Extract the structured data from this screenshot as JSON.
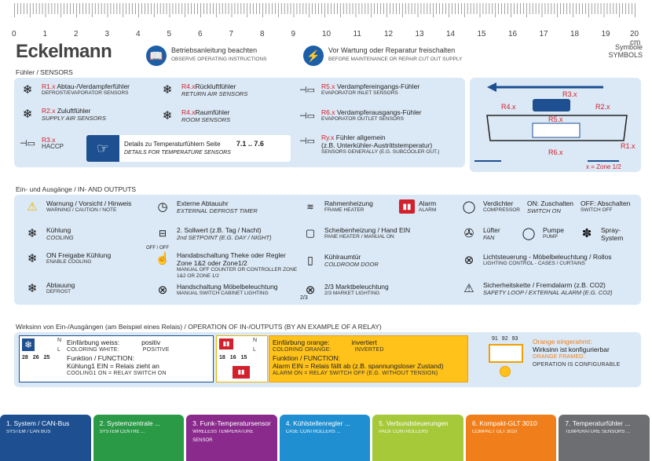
{
  "ruler": {
    "numbers": [
      "0",
      "1",
      "2",
      "3",
      "4",
      "5",
      "6",
      "7",
      "8",
      "9",
      "10",
      "11",
      "12",
      "13",
      "14",
      "15",
      "16",
      "17",
      "18",
      "19",
      "20 cm"
    ]
  },
  "brand": "Eckelmann",
  "header": {
    "notice1": {
      "de": "Betriebsanleitung beachten",
      "en": "OBSERVE OPERATING INSTRUCTIONS"
    },
    "notice2": {
      "de": "Vor Wartung oder Reparatur freischalten",
      "en": "BEFORE MAINTENANCE OR REPAIR CUT OUT SUPPLY"
    },
    "symbols_de": "Symbole",
    "symbols_en": "SYMBOLS"
  },
  "sensors": {
    "title": "Fühler / SENSORS",
    "items": [
      {
        "code": "R1.x",
        "de": "Abtau-/Verdampferfühler",
        "en": "DEFROST/EVAPORATOR SENSORS"
      },
      {
        "code": "R2.x",
        "de": "Zuluftfühler",
        "en": "SUPPLY AIR SENSORS"
      },
      {
        "code": "R3.x",
        "de": "HACCP",
        "en": ""
      },
      {
        "code": "R4.x",
        "de": "Rückluftfühler",
        "en": "RETURN AIR SENSORS"
      },
      {
        "code": "R4.x",
        "de": "Raumfühler",
        "en": "ROOM SENSORS"
      },
      {
        "code": "R5.x",
        "de": "Verdampfereingangs-Fühler",
        "en": "EVAPORATOR INLET SENSORS"
      },
      {
        "code": "R6.x",
        "de": "Verdampferausgangs-Fühler",
        "en": "EVAPORATOR OUTLET SENSORS"
      },
      {
        "code": "Ry.x",
        "de": "Fühler allgemein",
        "de2": "(z.B. Unterkühler-Austrittstemperatur)",
        "en": "SENSORS GENERALLY (E.G. SUBCOOLER OUT.)"
      }
    ],
    "details": {
      "de": "Details zu Temperaturfühlern Seite",
      "pages": "7.1 .. 7.6",
      "en": "DETAILS FOR TEMPERATURE SENSORS"
    },
    "diagram": {
      "labels": [
        "R3.x",
        "R4.x",
        "R2.x",
        "R5.x",
        "R1.x",
        "R6.x"
      ],
      "zone": "x = Zone 1/2"
    }
  },
  "io": {
    "title": "Ein- und Ausgänge / IN- AND OUTPUTS",
    "col1": [
      {
        "de": "Warnung / Vorsicht / Hinweis",
        "en": "WARNING / CAUTION / NOTE"
      },
      {
        "de": "Kühlung",
        "en": "COOLING"
      },
      {
        "de": "Freigabe Kühlung",
        "en": "ENABLE COOLING",
        "pre": "ON"
      },
      {
        "de": "Abtauung",
        "en": "DEFROST"
      }
    ],
    "col2": [
      {
        "de": "Externe Abtauuhr",
        "en": "EXTERNAL DEFROST TIMER"
      },
      {
        "de": "2. Sollwert (z.B. Tag / Nacht)",
        "en": "2nd SETPOINT (E.G. DAY / NIGHT)"
      },
      {
        "de": "Handabschaltung Theke oder Regler Zone 1&2 oder Zone1/2",
        "en": "MANUAL OFF COUNTER OR CONTROLLER ZONE 1&2 OR ZONE 1/2",
        "pre": "OFF / OFF"
      },
      {
        "de": "Handschaltung Möbelbeleuchtung",
        "en": "MANUAL SWITCH CABINET LIGHTING"
      }
    ],
    "col3": [
      {
        "de": "Rahmenheizung",
        "en": "FRAME HEATER"
      },
      {
        "de": "Scheibenheizung / Hand EIN",
        "en": "PANE HEATER / MANUAL ON"
      },
      {
        "de": "Kühlraumtür",
        "en": "COLDROOM DOOR"
      },
      {
        "de": "2/3 Marktbeleuchtung",
        "en": "2/3 MARKET LIGHTING",
        "pre": "2/3"
      }
    ],
    "alarm": {
      "de": "Alarm",
      "en": "ALARM"
    },
    "col4": [
      {
        "de": "Verdichter",
        "en": "COMPRESSOR",
        "on_de": "ON: Zuschalten",
        "on_en": "SWITCH ON",
        "off_de": "OFF: Abschalten",
        "off_en": "SWITCH OFF"
      },
      {
        "de": "Lüfter",
        "en": "FAN"
      },
      {
        "de": "Pumpe",
        "en": "PUMP"
      },
      {
        "de": "Spray-System",
        "en": ""
      },
      {
        "de": "Lichtsteuerung - Möbelbeleuchtung / Rollos",
        "en": "LIGHTING CONTROL - CASES / CURTAINS"
      },
      {
        "de": "Sicherheitskette / Fremdalarm (z.B. CO2)",
        "en": "SAFETY LOOP / EXTERNAL ALARM (E.G. CO2)"
      }
    ]
  },
  "relay": {
    "title": "Wirksinn von Ein-/Ausgängen (am Beispiel eines Relais) / OPERATION OF IN-/OUTPUTS (BY AN EXAMPLE OF A RELAY)",
    "white": {
      "l1a": "Einfärbung weiss:",
      "l1b": "positiv",
      "l2a": "COLORING WHITE:",
      "l2b": "POSITIVE",
      "l3": "Funktion / FUNCTION:",
      "l4": "Kühlung1 EIN = Relais zieht an",
      "l5": "COOLING1 ON = RELAY SWITCH ON",
      "pins": [
        "28",
        "26",
        "25"
      ],
      "n": "N",
      "l": "L"
    },
    "orange": {
      "l1a": "Einfärbung orange:",
      "l1b": "invertiert",
      "l2a": "COLORING ORANGE:",
      "l2b": "INVERTED",
      "l3": "Funktion / FUNCTION:",
      "l4": "Alarm EIN = Relais fällt ab (z.B. spannungsloser Zustand)",
      "l5": "ALARM ON = RELAY SWITCH OFF  (E.G. WITHOUT TENSION)",
      "pins": [
        "18",
        "16",
        "15"
      ],
      "n": "N",
      "l": "L"
    },
    "framed": {
      "pins": [
        "91",
        "92",
        "93"
      ],
      "l1": "Orange eingerahmt:",
      "l2": "Wirksinn ist konfigurierbar",
      "l3": "ORANGE FRAMED:",
      "l4": "OPERATION IS CONFIGURABLE"
    }
  },
  "tabs": [
    {
      "de": "1. System / CAN-Bus",
      "en": "SYSTEM / CAN BUS",
      "color": "#1d4f91"
    },
    {
      "de": "2. Systemzentrale ...",
      "en": "SYSTEM CENTRE ...",
      "color": "#2a9a47"
    },
    {
      "de": "3. Funk-Temperatursensor",
      "en": "WIRELESS TEMPERATURE SENSOR",
      "color": "#8a2a8c"
    },
    {
      "de": "4. Kühlstellenregler ...",
      "en": "CASE CONTROLLERS ...",
      "color": "#1f8fd1"
    },
    {
      "de": "5. Verbundsteuerungen",
      "en": "PACK CONTROLLERS",
      "color": "#a6c93a"
    },
    {
      "de": "6. Kompakt-GLT 3010",
      "en": "COMPACT GLT 3010",
      "color": "#f07f1b"
    },
    {
      "de": "7. Temperaturfühler ...",
      "en": "TEMPERATURE SENSORS ...",
      "color": "#6d6e71"
    }
  ]
}
